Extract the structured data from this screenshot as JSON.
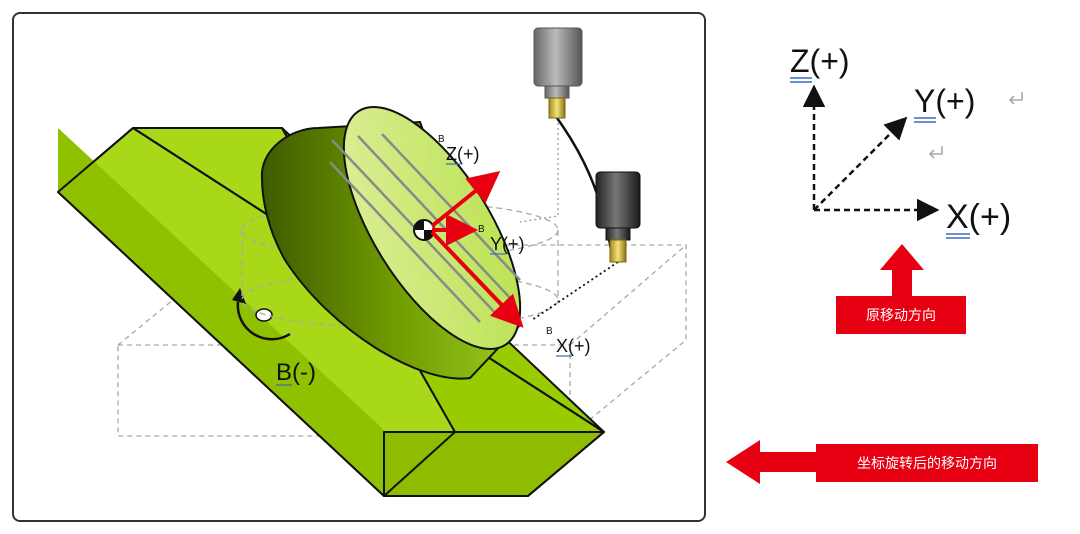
{
  "machine_figure": {
    "label_b_rotation": "B(-)",
    "rotated_axes": {
      "superscript": "B",
      "z_label": "Z(+)",
      "y_label": "Y(+)",
      "x_label": "X(+)"
    }
  },
  "original_axes": {
    "z_label": "Z(+)",
    "y_label": "Y(+)",
    "x_label": "X(+)"
  },
  "callouts": {
    "original_direction": "原移动方向",
    "rotated_direction": "坐标旋转后的移动方向"
  },
  "colors": {
    "workpiece_green": "#99cc00",
    "callout_red": "#e60012",
    "axis_arrow_red": "#e60012"
  }
}
